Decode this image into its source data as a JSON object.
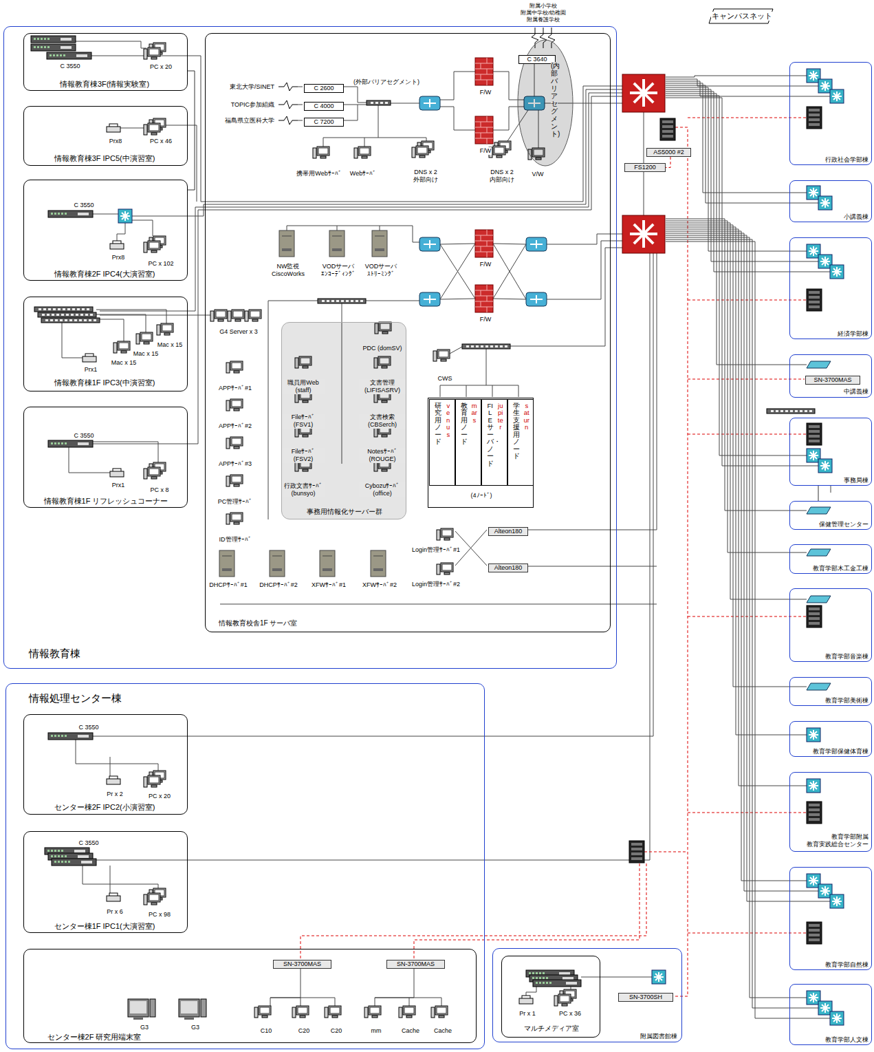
{
  "diagram": {
    "nodes": [
      {
        "text": [
          "キャンパスネット"
        ]
      },
      {
        "text": [
          "情報教育棟"
        ]
      },
      {
        "text": [
          "情報教育棟3F(情報実験室)",
          "C 3550",
          "PC x 20"
        ],
        "in": 1
      },
      {
        "text": [
          "情報教育棟3F IPC5(中演習室)",
          "Prx8",
          "PC x 46"
        ],
        "in": 1
      },
      {
        "text": [
          "情報教育棟2F IPC4(大演習室)",
          "C 3550",
          "Prx8",
          "PC x 102"
        ],
        "in": 1
      },
      {
        "text": [
          "情報教育棟1F IPC3(中演習室)",
          "Mac x 15",
          "Mac x 15",
          "Mac x 15",
          "Prx1"
        ],
        "in": 1
      },
      {
        "text": [
          "情報教育棟1F リフレッシュコーナー",
          "C 3550",
          "Prx1",
          "PC x 8"
        ],
        "in": 1
      },
      {
        "text": [
          "情報教育校舎1F サーバ室",
          "東北大学/SINET",
          "TOPIC参加組織",
          "福島県立医科大学",
          "(外部バリアセグメント)",
          "携帯用Webｻｰﾊﾞ",
          "Webｻｰﾊﾞ",
          "DNS x 2 外部向け",
          "F/W",
          "F/W",
          "DNS x 2 内部向け",
          "V/W",
          "NW監視 CiscoWorks",
          "VODサーバ ｴﾝｺｰﾃﾞｨﾝｸﾞ",
          "VODサーバ ｽﾄﾘｰﾐﾝｸﾞ",
          "F/W",
          "F/W",
          "G4 Server x 3",
          "APPｻｰﾊﾞ#1",
          "APPｻｰﾊﾞ#2",
          "APPｻｰﾊﾞ#3",
          "PC管理ｻｰﾊﾞ",
          "ID管理ｻｰﾊﾞ",
          "CWS",
          "Login管理ｻｰﾊﾞ#1",
          "Login管理ｻｰﾊﾞ#2",
          "DHCPｻｰﾊﾞ#1",
          "DHCPｻｰﾊﾞ#2",
          "XFWｻｰﾊﾞ#1",
          "XFWｻｰﾊﾞ#2"
        ],
        "in": 1
      },
      {
        "text": [
          "C 2600"
        ],
        "in": 7
      },
      {
        "text": [
          "C 4000"
        ],
        "in": 7
      },
      {
        "text": [
          "C 7200"
        ],
        "in": 7
      },
      {
        "text": [
          "(内部バリアセグメント)"
        ],
        "in": 7
      },
      {
        "text": [
          "C 3640"
        ],
        "in": 7
      },
      {
        "text": [
          "事務用情報化サーバー群",
          "PDC (domSV)",
          "職員用Web (staff)",
          "文書管理 (LIFISASRV)",
          "Fileｻｰﾊﾞ (FSV1)",
          "文書検索 (CBSerch)",
          "Fileｻｰﾊﾞ (FSV2)",
          "Notesｻｰﾊﾞ (ROUGE)",
          "行政文書ｻｰﾊﾞ (bunsyo)",
          "Cybozuｻｰﾊﾞ (office)"
        ],
        "in": 7
      },
      {
        "text": [
          "(4ﾉｰﾄﾞ)"
        ],
        "in": 7
      },
      {
        "text": [
          "研究用ノード",
          "venus"
        ],
        "in": 14
      },
      {
        "text": [
          "教育用ノード",
          "mars"
        ],
        "in": 14
      },
      {
        "text": [
          "FILEサーバ・ノード",
          "jupiter"
        ],
        "in": 14
      },
      {
        "text": [
          "学生支援用ノード",
          "saturn"
        ],
        "in": 14
      },
      {
        "text": [
          "Alteon180"
        ],
        "in": 7
      },
      {
        "text": [
          "Alteon180"
        ],
        "in": 7
      },
      {
        "text": [
          "AS5000 #2"
        ]
      },
      {
        "text": [
          "FS1200"
        ]
      },
      {
        "text": [
          "情報処理センター棟"
        ]
      },
      {
        "text": [
          "センター棟2F IPC2(小演習室)",
          "C 3550",
          "Pr x 2",
          "PC x 20"
        ],
        "in": 23
      },
      {
        "text": [
          "センター棟1F IPC1(大演習室)",
          "C 3550",
          "Pr x 6",
          "PC x 98"
        ],
        "in": 23
      },
      {
        "text": [
          "センター棟2F 研究用端末室",
          "G3",
          "G3",
          "C10",
          "C20",
          "C20",
          "mm",
          "Cache",
          "Cache"
        ],
        "in": 23
      },
      {
        "text": [
          "SN-3700MAS"
        ],
        "in": 26
      },
      {
        "text": [
          "SN-3700MAS"
        ],
        "in": 26
      },
      {
        "text": [
          "附属図書館棟"
        ]
      },
      {
        "text": [
          "マルチメディア室",
          "Pr x 1",
          "PC x 36"
        ],
        "in": 29
      },
      {
        "text": [
          "SN-3700SH"
        ],
        "in": 29
      },
      {
        "text": [
          "行政社会学部棟"
        ]
      },
      {
        "text": [
          "小講義棟"
        ]
      },
      {
        "text": [
          "経済学部棟"
        ]
      },
      {
        "text": [
          "中講義棟"
        ]
      },
      {
        "text": [
          "SN-3700MAS"
        ],
        "in": 35
      },
      {
        "text": [
          "事務局棟"
        ]
      },
      {
        "text": [
          "保健管理センター"
        ]
      },
      {
        "text": [
          "教育学部木工金工棟"
        ]
      },
      {
        "text": [
          "教育学部音楽棟"
        ]
      },
      {
        "text": [
          "教育学部美術棟"
        ]
      },
      {
        "text": [
          "教育学部保健体育棟"
        ]
      },
      {
        "text": [
          "教育学部附属 教育実践総合センター"
        ]
      },
      {
        "text": [
          "教育学部自然棟"
        ]
      },
      {
        "text": [
          "教育学部人文棟"
        ]
      }
    ],
    "edges": [
      {
        "from": 2,
        "to": 4,
        "arrow": "none"
      },
      {
        "from": 37,
        "to": 38,
        "arrow": "none"
      },
      {
        "from": 21,
        "to": 22,
        "arrow": "none"
      }
    ],
    "labels": [
      "附属小学校",
      "附属中学校/幼稚園",
      "附属養護学校"
    ]
  }
}
